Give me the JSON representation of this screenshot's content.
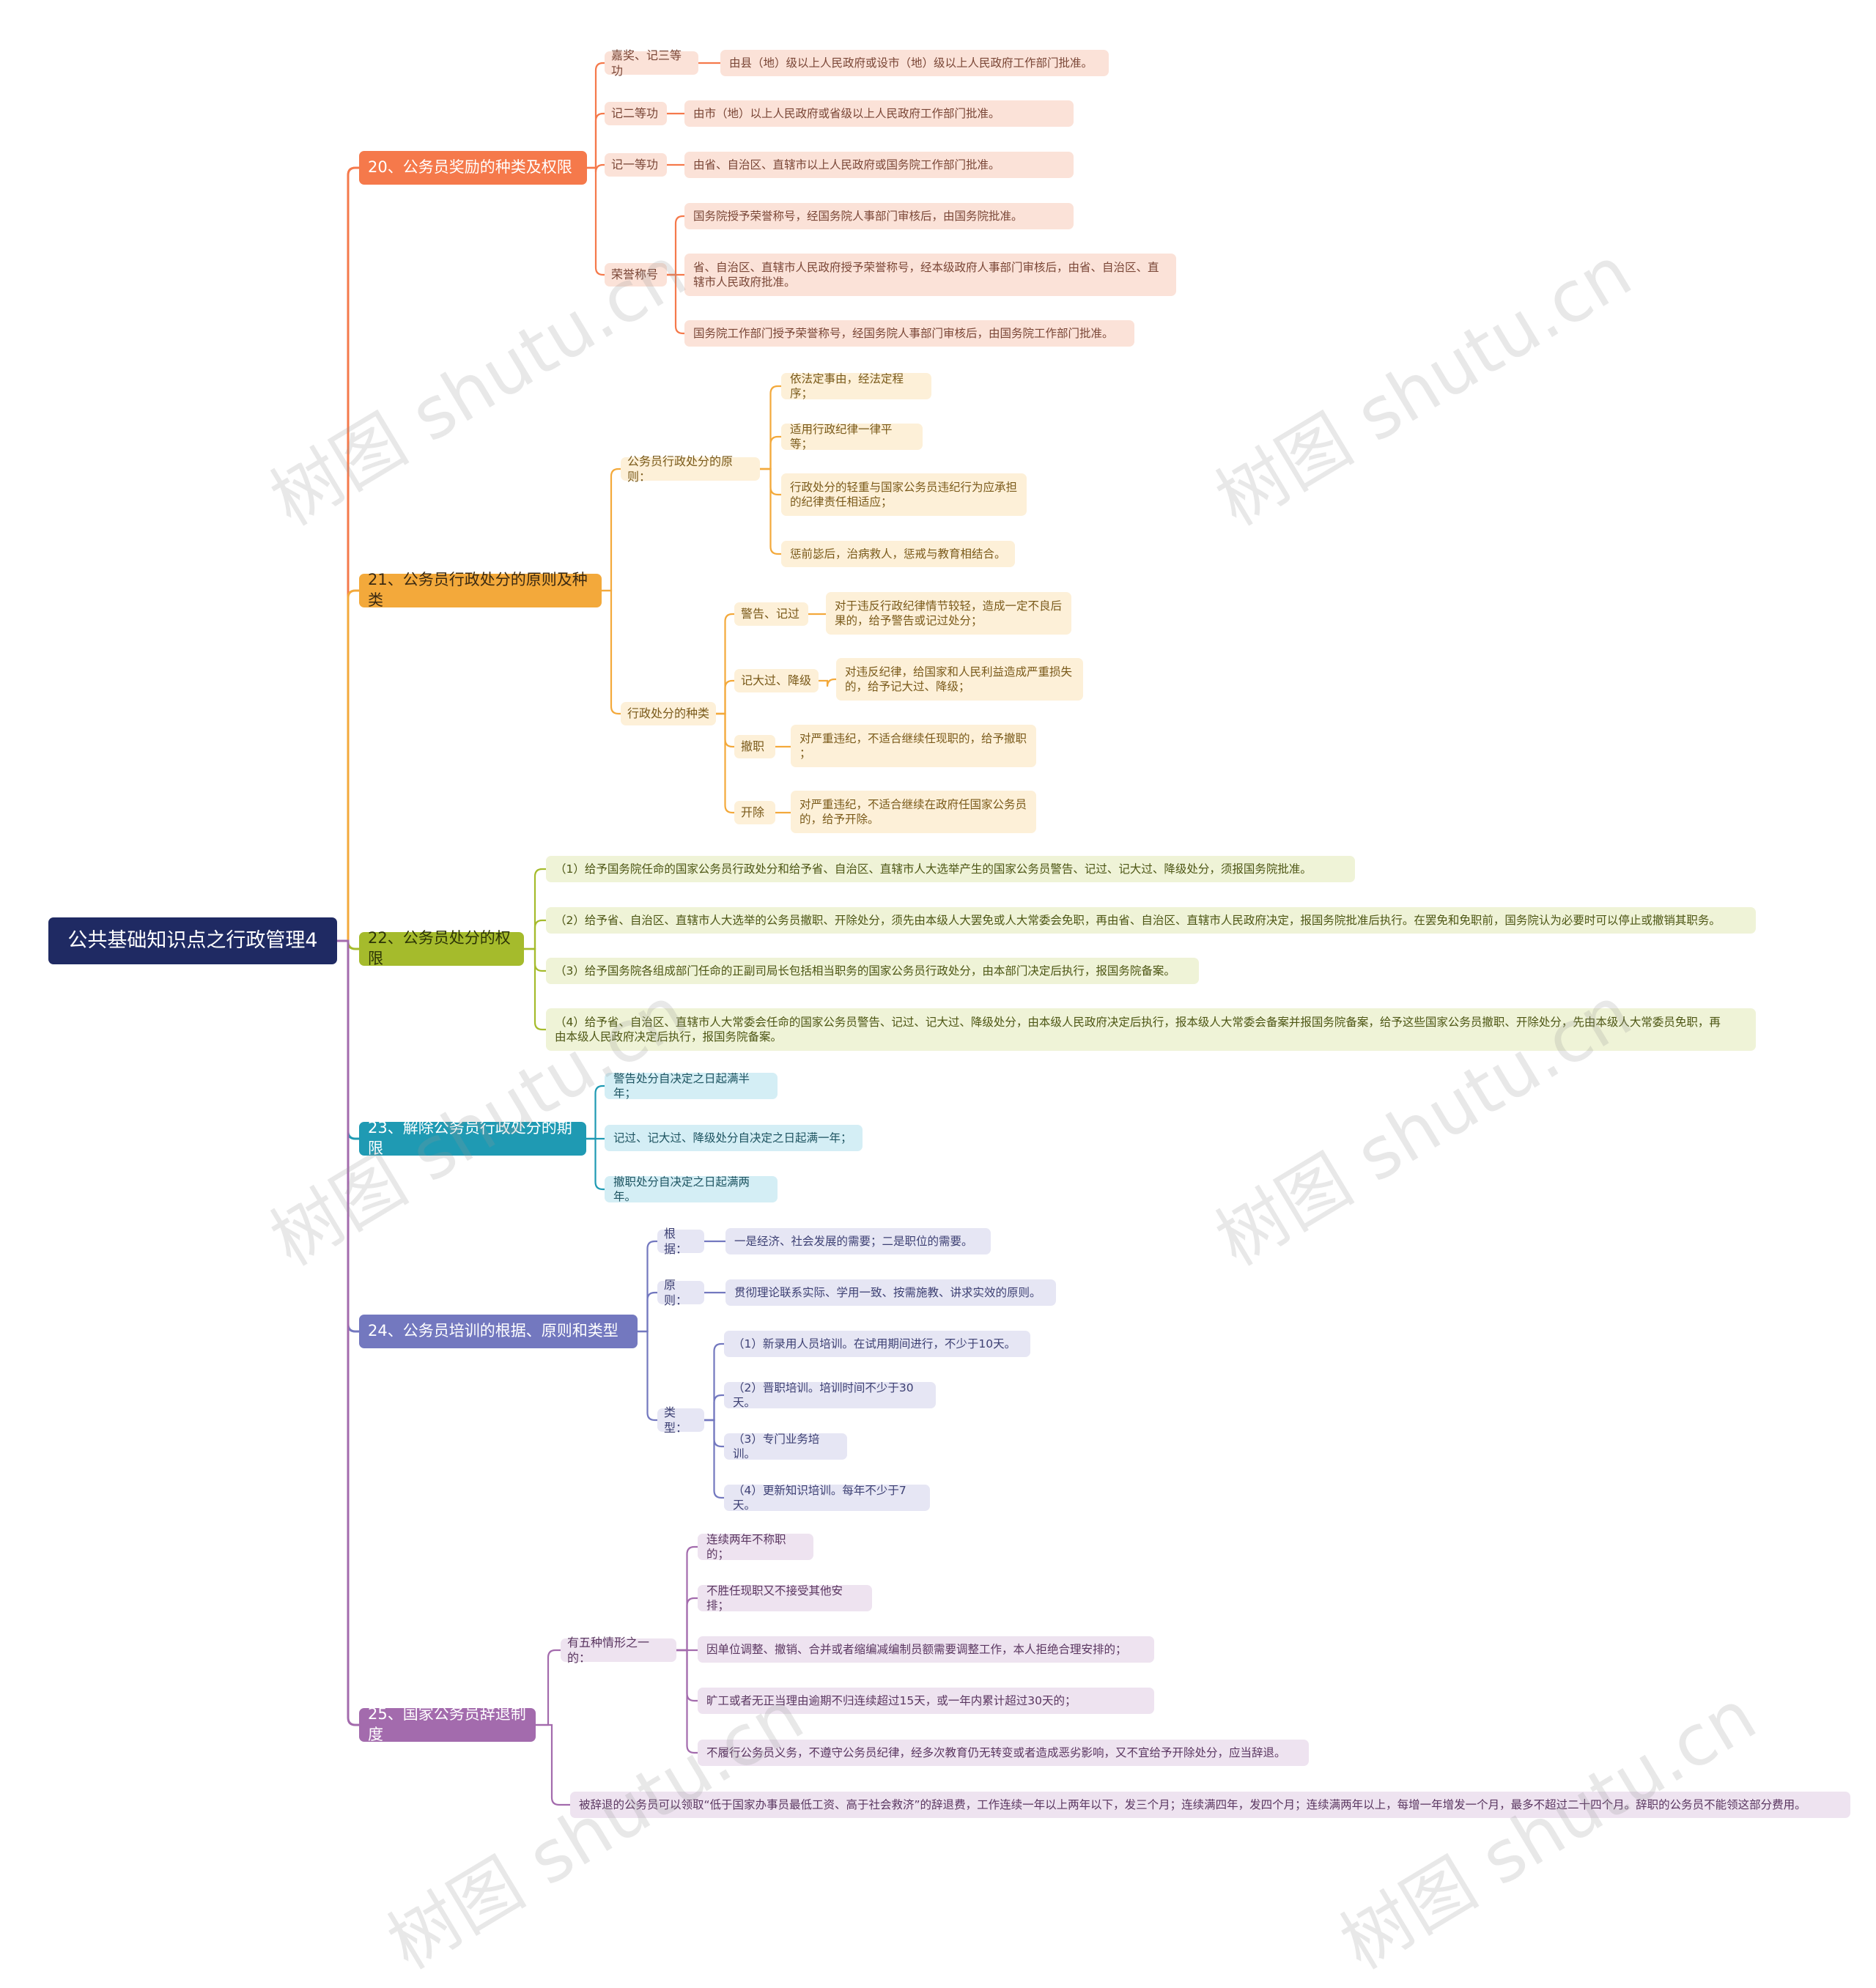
{
  "root": "公共基础知识点之行政管理4",
  "watermark": "树图 shutu.cn",
  "colors": {
    "b20": "#f5794b",
    "b21": "#f3a93b",
    "b22": "#a5bb2c",
    "b23": "#1f9ab3",
    "b24": "#7378bf",
    "b25": "#a36bad"
  },
  "branches": [
    {
      "label": "20、公务员奖励的种类及权限",
      "subs": [
        {
          "label": "嘉奖、记三等功",
          "leaves": [
            "由县（地）级以上人民政府或设市（地）级以上人民政府工作部门批准。"
          ]
        },
        {
          "label": "记二等功",
          "leaves": [
            "由市（地）以上人民政府或省级以上人民政府工作部门批准。"
          ]
        },
        {
          "label": "记一等功",
          "leaves": [
            "由省、自治区、直辖市以上人民政府或国务院工作部门批准。"
          ]
        },
        {
          "label": "荣誉称号",
          "leaves": [
            "国务院授予荣誉称号，经国务院人事部门审核后，由国务院批准。",
            "省、自治区、直辖市人民政府授予荣誉称号，经本级政府人事部门审核后，由省、自治区、直\n辖市人民政府批准。",
            "国务院工作部门授予荣誉称号，经国务院人事部门审核后，由国务院工作部门批准。"
          ]
        }
      ]
    },
    {
      "label": "21、公务员行政处分的原则及种类",
      "subs": [
        {
          "label": "公务员行政处分的原则：",
          "leaves": [
            "依法定事由，经法定程序；",
            "适用行政纪律一律平等；",
            "行政处分的轻重与国家公务员违纪行为应承担\n的纪律责任相适应；",
            "惩前毖后，治病救人，惩戒与教育相结合。"
          ]
        },
        {
          "label": "行政处分的种类",
          "groups": [
            {
              "label": "警告、记过",
              "leaves": [
                "对于违反行政纪律情节较轻，造成一定不良后\n果的，给予警告或记过处分；"
              ]
            },
            {
              "label": "记大过、降级",
              "leaves": [
                "对违反纪律，给国家和人民利益造成严重损失\n的，给予记大过、降级；"
              ]
            },
            {
              "label": "撤职",
              "leaves": [
                "对严重违纪，不适合继续任现职的，给予撤职\n；"
              ]
            },
            {
              "label": "开除",
              "leaves": [
                "对严重违纪，不适合继续在政府任国家公务员\n的，给予开除。"
              ]
            }
          ]
        }
      ]
    },
    {
      "label": "22、公务员处分的权限",
      "leaves": [
        "（1）给予国务院任命的国家公务员行政处分和给予省、自治区、直辖市人大选举产生的国家公务员警告、记过、记大过、降级处分，须报国务院批准。",
        "（2）给予省、自治区、直辖市人大选举的公务员撤职、开除处分，须先由本级人大罢免或人大常委会免职，再由省、自治区、直辖市人民政府决定，报国务院批准后执行。在罢免和免职前，国务院认为必要时可以停止或撤销其职务。",
        "（3）给予国务院各组成部门任命的正副司局长包括相当职务的国家公务员行政处分，由本部门决定后执行，报国务院备案。",
        "（4）给予省、自治区、直辖市人大常委会任命的国家公务员警告、记过、记大过、降级处分，由本级人民政府决定后执行，报本级人大常委会备案并报国务院备案，给予这些国家公务员撤职、开除处分，先由本级人大常委员免职，再\n由本级人民政府决定后执行，报国务院备案。"
      ]
    },
    {
      "label": "23、解除公务员行政处分的期限",
      "leaves": [
        "警告处分自决定之日起满半年；",
        "记过、记大过、降级处分自决定之日起满一年；",
        "撤职处分自决定之日起满两年。"
      ]
    },
    {
      "label": "24、公务员培训的根据、原则和类型",
      "subs": [
        {
          "label": "根据：",
          "leaves": [
            "一是经济、社会发展的需要；二是职位的需要。"
          ]
        },
        {
          "label": "原则：",
          "leaves": [
            "贯彻理论联系实际、学用一致、按需施教、讲求实效的原则。"
          ]
        },
        {
          "label": "类型：",
          "leaves": [
            "（1）新录用人员培训。在试用期间进行，不少于10天。",
            "（2）晋职培训。培训时间不少于30天。",
            "（3）专门业务培训。",
            "（4）更新知识培训。每年不少于7天。"
          ]
        }
      ]
    },
    {
      "label": "25、国家公务员辞退制度",
      "subs": [
        {
          "label": "有五种情形之一的：",
          "leaves": [
            "连续两年不称职的；",
            "不胜任现职又不接受其他安排；",
            "因单位调整、撤销、合并或者缩编减编制员额需要调整工作，本人拒绝合理安排的；",
            "旷工或者无正当理由逾期不归连续超过15天，或一年内累计超过30天的；",
            "不履行公务员义务，不遵守公务员纪律，经多次教育仍无转变或者造成恶劣影响，又不宜给予开除处分，应当辞退。"
          ]
        }
      ],
      "leaves": [
        "被辞退的公务员可以领取“低于国家办事员最低工资、高于社会救济”的辞退费，工作连续一年以上两年以下，发三个月；连续满四年，发四个月；连续满两年以上，每增一年增发一个月，最多不超过二十四个月。辞职的公务员不能领这部分费用。"
      ]
    }
  ]
}
